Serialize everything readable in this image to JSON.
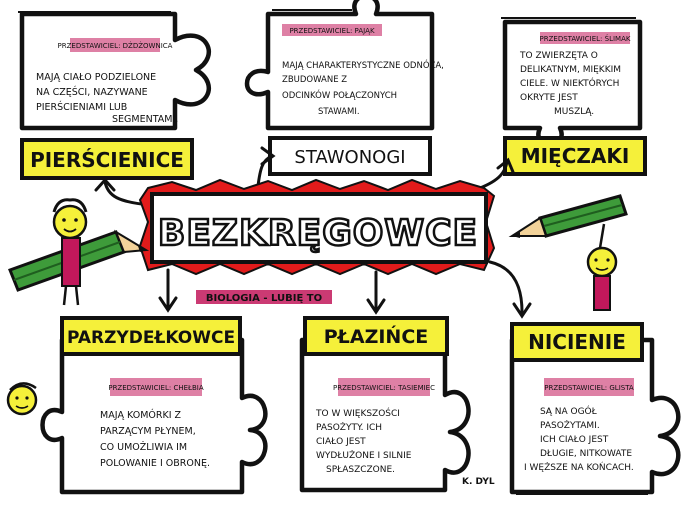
{
  "title": "BEZKRĘGOWCE",
  "subtitle": "BIOLOGIA - LUBIĘ TO",
  "signature": "K. DYL",
  "colors": {
    "yellow": "#f5f03a",
    "magenta": "#c2185b",
    "red": "#e21b1b",
    "green": "#3e9b3a",
    "green_dark": "#1f5e1f",
    "ink": "#111111"
  },
  "groups": [
    {
      "label": "PIERŚCIENICE",
      "example": "PRZEDSTAWICIEL: DŻDŻOWNICA",
      "lines": [
        "MAJĄ CIAŁO PODZIELONE",
        "NA CZĘŚCI, NAZYWANE",
        "PIERŚCIENIAMI LUB",
        "SEGMENTAMI."
      ]
    },
    {
      "label": "STAWONOGI",
      "example": "PRZEDSTAWICIEL: PAJĄK",
      "lines": [
        "MAJĄ CHARAKTERYSTYCZNE ODNÓŻA,",
        "ZBUDOWANE Z",
        "ODCINKÓW POŁĄCZONYCH",
        "STAWAMI."
      ]
    },
    {
      "label": "MIĘCZAKI",
      "example": "PRZEDSTAWICIEL: ŚLIMAK",
      "lines": [
        "TO ZWIERZĘTA O",
        "DELIKATNYM, MIĘKKIM",
        "CIELE. W NIEKTÓRYCH",
        "OKRYTE JEST",
        "MUSZLĄ."
      ]
    },
    {
      "label": "PARZYDEŁKOWCE",
      "example": "PRZEDSTAWICIEL: CHEŁBIA",
      "lines": [
        "MAJĄ KOMÓRKI Z",
        "PARZĄCYM PŁYNEM,",
        "CO UMOŻLIWIA IM",
        "POLOWANIE I OBRONĘ."
      ]
    },
    {
      "label": "PŁAZIŃCE",
      "example": "PRZEDSTAWICIEL: TASIEMIEC",
      "lines": [
        "TO W WIĘKSZOŚCI",
        "PASOŻYTY. ICH",
        "CIAŁO JEST",
        "WYDŁUŻONE I SILNIE",
        "SPŁASZCZONE."
      ]
    },
    {
      "label": "NICIENIE",
      "example": "PRZEDSTAWICIEL: GLISTA",
      "lines": [
        "SĄ NA OGÓŁ",
        "PASOŻYTAMI.",
        "ICH CIAŁO JEST",
        "DŁUGIE, NITKOWATE",
        "I WĘŻSZE NA KOŃCACH."
      ]
    }
  ]
}
